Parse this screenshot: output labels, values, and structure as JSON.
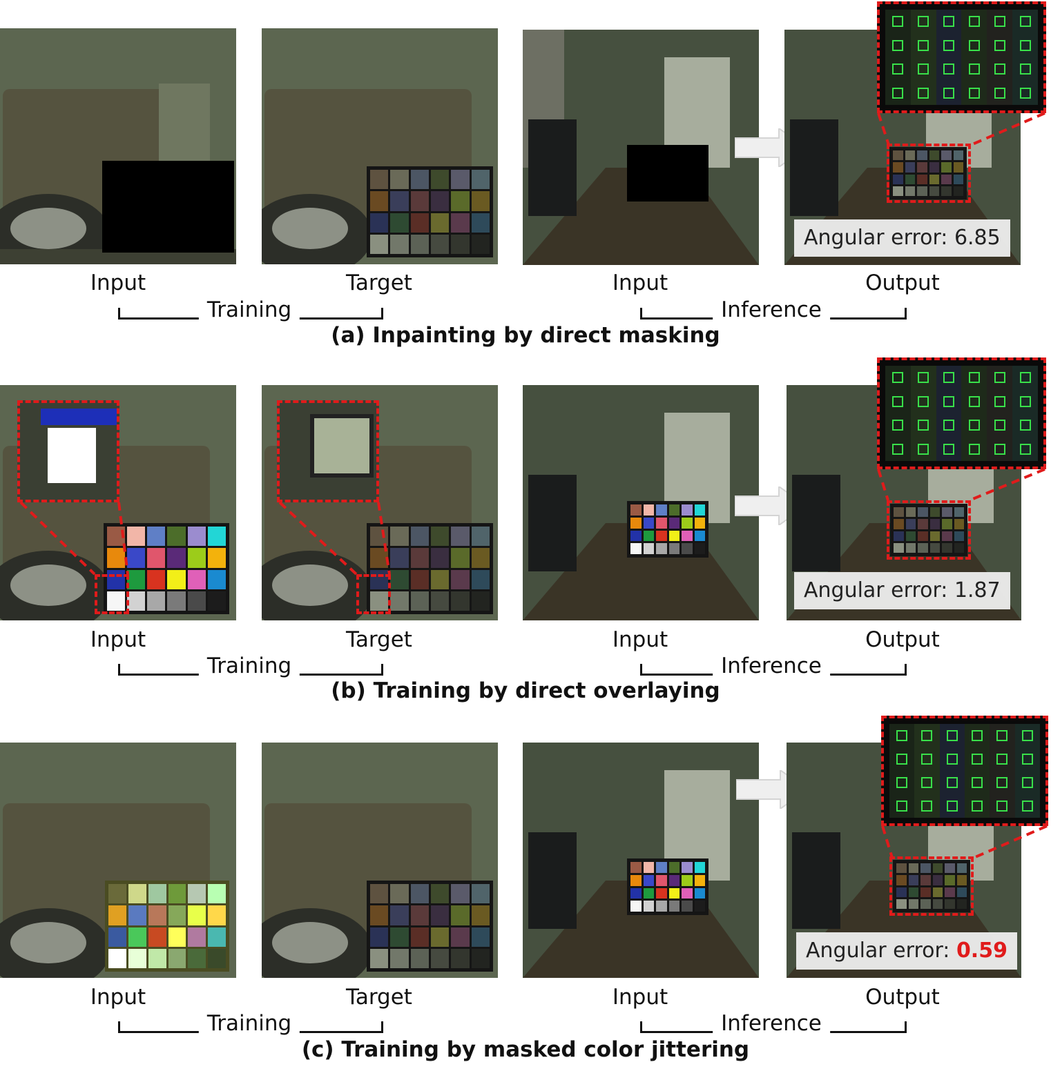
{
  "panels": [
    {
      "id": "a",
      "labels": {
        "train_input": "Input",
        "train_target": "Target",
        "infer_input": "Input",
        "infer_output": "Output"
      },
      "brackets": {
        "training": "Training",
        "inference": "Inference"
      },
      "error": {
        "prefix": "Angular error: ",
        "value": "6.85",
        "highlight": false
      },
      "caption": "(a) Inpainting by direct masking"
    },
    {
      "id": "b",
      "labels": {
        "train_input": "Input",
        "train_target": "Target",
        "infer_input": "Input",
        "infer_output": "Output"
      },
      "brackets": {
        "training": "Training",
        "inference": "Inference"
      },
      "error": {
        "prefix": "Angular error: ",
        "value": "1.87",
        "highlight": false
      },
      "caption": "(b) Training by direct overlaying"
    },
    {
      "id": "c",
      "labels": {
        "train_input": "Input",
        "train_target": "Target",
        "infer_input": "Input",
        "infer_output": "Output"
      },
      "brackets": {
        "training": "Training",
        "inference": "Inference"
      },
      "error": {
        "prefix": "Angular error: ",
        "value": "0.59",
        "highlight": true
      },
      "caption": "(c) Training by masked color jittering"
    }
  ],
  "colors": {
    "accent_red": "#e01b1b",
    "marker_green": "#39e04a",
    "scene_dark": "#4f5642"
  },
  "icons": [
    "right-arrow-icon"
  ]
}
